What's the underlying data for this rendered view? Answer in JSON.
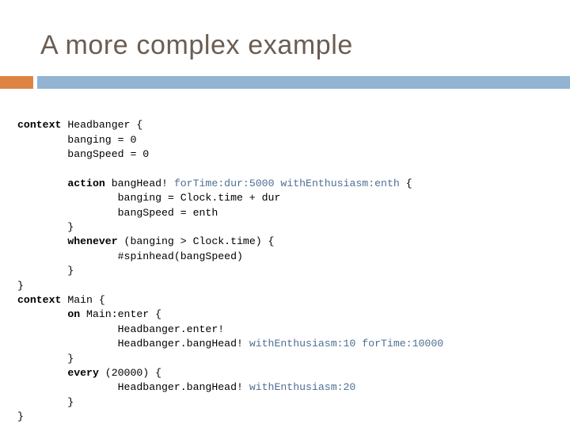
{
  "slide": {
    "title": "A more complex example",
    "title_color": "#6b5d53",
    "background": "#ffffff"
  },
  "rule": {
    "accent_color": "#de8344",
    "bar_color": "#92b3d1"
  },
  "code": {
    "language": "context-oriented pseudocode",
    "text_color": "#000000",
    "keyword_color": "#000000",
    "param_color": "#4f6f93",
    "lines": [
      [
        {
          "t": "context",
          "s": "kw"
        },
        {
          "t": " Headbanger {",
          "s": "plain"
        }
      ],
      [
        {
          "t": "        banging = 0",
          "s": "plain"
        }
      ],
      [
        {
          "t": "        bangSpeed = 0",
          "s": "plain"
        }
      ],
      [],
      [
        {
          "t": "        ",
          "s": "plain"
        },
        {
          "t": "action",
          "s": "kw"
        },
        {
          "t": " bangHead! ",
          "s": "plain"
        },
        {
          "t": "forTime:dur:5000",
          "s": "param"
        },
        {
          "t": " ",
          "s": "plain"
        },
        {
          "t": "withEnthusiasm:enth",
          "s": "param"
        },
        {
          "t": " {",
          "s": "plain"
        }
      ],
      [
        {
          "t": "                banging = Clock.time + dur",
          "s": "plain"
        }
      ],
      [
        {
          "t": "                bangSpeed = enth",
          "s": "plain"
        }
      ],
      [
        {
          "t": "        }",
          "s": "plain"
        }
      ],
      [
        {
          "t": "        ",
          "s": "plain"
        },
        {
          "t": "whenever",
          "s": "kw"
        },
        {
          "t": " (banging > Clock.time) {",
          "s": "plain"
        }
      ],
      [
        {
          "t": "                #spinhead(bangSpeed)",
          "s": "plain"
        }
      ],
      [
        {
          "t": "        }",
          "s": "plain"
        }
      ],
      [
        {
          "t": "}",
          "s": "plain"
        }
      ],
      [
        {
          "t": "context",
          "s": "kw"
        },
        {
          "t": " Main {",
          "s": "plain"
        }
      ],
      [
        {
          "t": "        ",
          "s": "plain"
        },
        {
          "t": "on",
          "s": "kw"
        },
        {
          "t": " Main:enter {",
          "s": "plain"
        }
      ],
      [
        {
          "t": "                Headbanger.enter!",
          "s": "plain"
        }
      ],
      [
        {
          "t": "                Headbanger.bangHead! ",
          "s": "plain"
        },
        {
          "t": "withEnthusiasm:10",
          "s": "param"
        },
        {
          "t": " ",
          "s": "plain"
        },
        {
          "t": "forTime:10000",
          "s": "param"
        }
      ],
      [
        {
          "t": "        }",
          "s": "plain"
        }
      ],
      [
        {
          "t": "        ",
          "s": "plain"
        },
        {
          "t": "every",
          "s": "kw"
        },
        {
          "t": " (20000) {",
          "s": "plain"
        }
      ],
      [
        {
          "t": "                Headbanger.bangHead! ",
          "s": "plain"
        },
        {
          "t": "withEnthusiasm:20",
          "s": "param"
        }
      ],
      [
        {
          "t": "        }",
          "s": "plain"
        }
      ],
      [
        {
          "t": "}",
          "s": "plain"
        }
      ]
    ]
  }
}
